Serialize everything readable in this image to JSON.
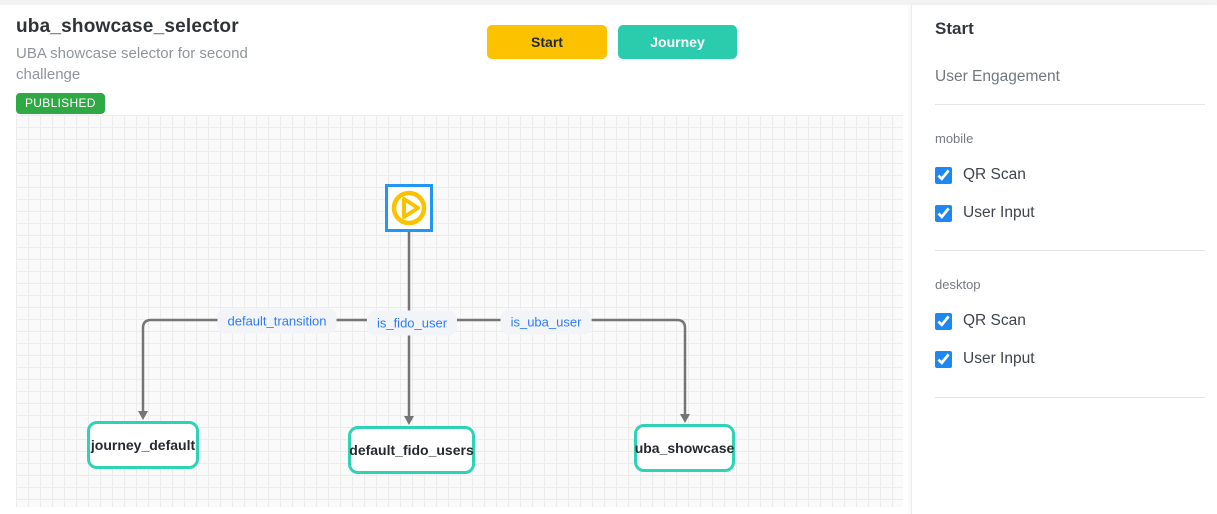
{
  "header": {
    "title": "uba_showcase_selector",
    "subtitle": "UBA showcase selector for second challenge",
    "status_badge": "PUBLISHED",
    "buttons": {
      "start": "Start",
      "journey": "Journey"
    }
  },
  "canvas": {
    "start_node": {
      "type": "start",
      "icon": "play-icon"
    },
    "edge_labels": [
      {
        "label": "default_transition"
      },
      {
        "label": "is_fido_user"
      },
      {
        "label": "is_uba_user"
      }
    ],
    "nodes": [
      {
        "label": "journey_default"
      },
      {
        "label": "default_fido_users"
      },
      {
        "label": "uba_showcase"
      }
    ]
  },
  "sidebar": {
    "title": "Start",
    "subtitle": "User Engagement",
    "sections": [
      {
        "label": "mobile",
        "options": [
          {
            "label": "QR Scan",
            "checked": true
          },
          {
            "label": "User Input",
            "checked": true
          }
        ]
      },
      {
        "label": "desktop",
        "options": [
          {
            "label": "QR Scan",
            "checked": true
          },
          {
            "label": "User Input",
            "checked": true
          }
        ]
      }
    ]
  },
  "colors": {
    "accent_yellow": "#fcc200",
    "accent_teal": "#2bcbae",
    "node_border_teal": "#2ed3b6",
    "start_node_border_blue": "#2196f3",
    "edge_label_blue": "#2e7df6",
    "badge_green": "#2fa944",
    "checkbox_blue": "#1e87f0",
    "edge_gray": "#757575"
  }
}
